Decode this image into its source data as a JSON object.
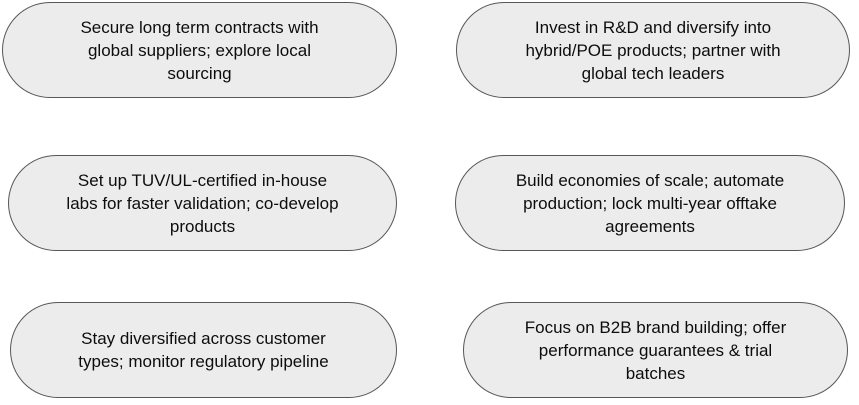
{
  "diagram": {
    "type": "rounded-box-grid",
    "background_color": "#FFFFFF",
    "shape_fill_color": "#ECECEC",
    "shape_border_color": "#575757",
    "text_color": "#0D0D0D",
    "columns": 2,
    "rows": 3,
    "nodes": [
      {
        "id": "node-1",
        "row": 1,
        "column": 1,
        "shape": "stadium",
        "text": "Secure long term contracts with\nglobal suppliers; explore local\nsourcing"
      },
      {
        "id": "node-2",
        "row": 1,
        "column": 2,
        "shape": "stadium",
        "text": "Invest in R&D and diversify into\nhybrid/POE products; partner with\nglobal tech leaders"
      },
      {
        "id": "node-3",
        "row": 2,
        "column": 1,
        "shape": "stadium",
        "text": "Set up TUV/UL-certified in-house\nlabs for faster validation; co-develop\nproducts"
      },
      {
        "id": "node-4",
        "row": 2,
        "column": 2,
        "shape": "stadium",
        "text": "Build economies of scale; automate\nproduction; lock multi-year offtake\nagreements"
      },
      {
        "id": "node-5",
        "row": 3,
        "column": 1,
        "shape": "stadium",
        "text": "Stay diversified across customer\ntypes; monitor regulatory pipeline"
      },
      {
        "id": "node-6",
        "row": 3,
        "column": 2,
        "shape": "stadium",
        "text": "Focus on B2B brand building; offer\nperformance guarantees & trial\nbatches"
      }
    ]
  }
}
